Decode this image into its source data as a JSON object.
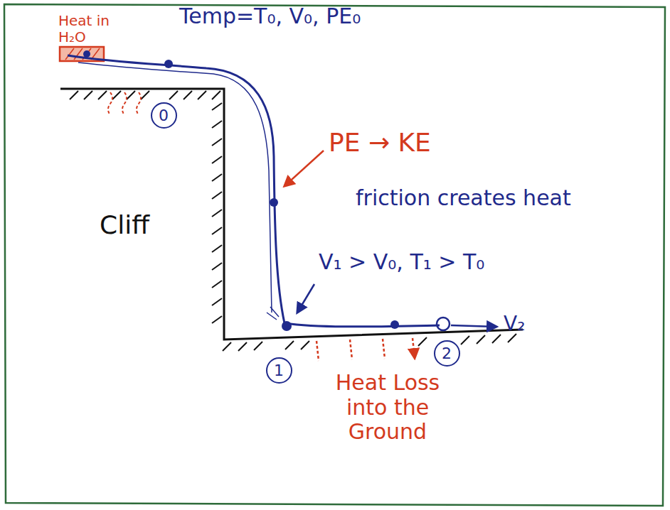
{
  "diagram": {
    "nodes": [
      {
        "text": [
          "0"
        ]
      },
      {
        "text": [
          "1"
        ]
      },
      {
        "text": [
          "2"
        ]
      }
    ],
    "labels": [
      "Heat in H₂O",
      "Temp=T₀, V₀, PE₀",
      "PE → KE",
      "friction creates heat",
      "V₁ > V₀, T₁ > T₀",
      "Cliff",
      "V₂",
      "Heat Loss into the Ground"
    ]
  }
}
